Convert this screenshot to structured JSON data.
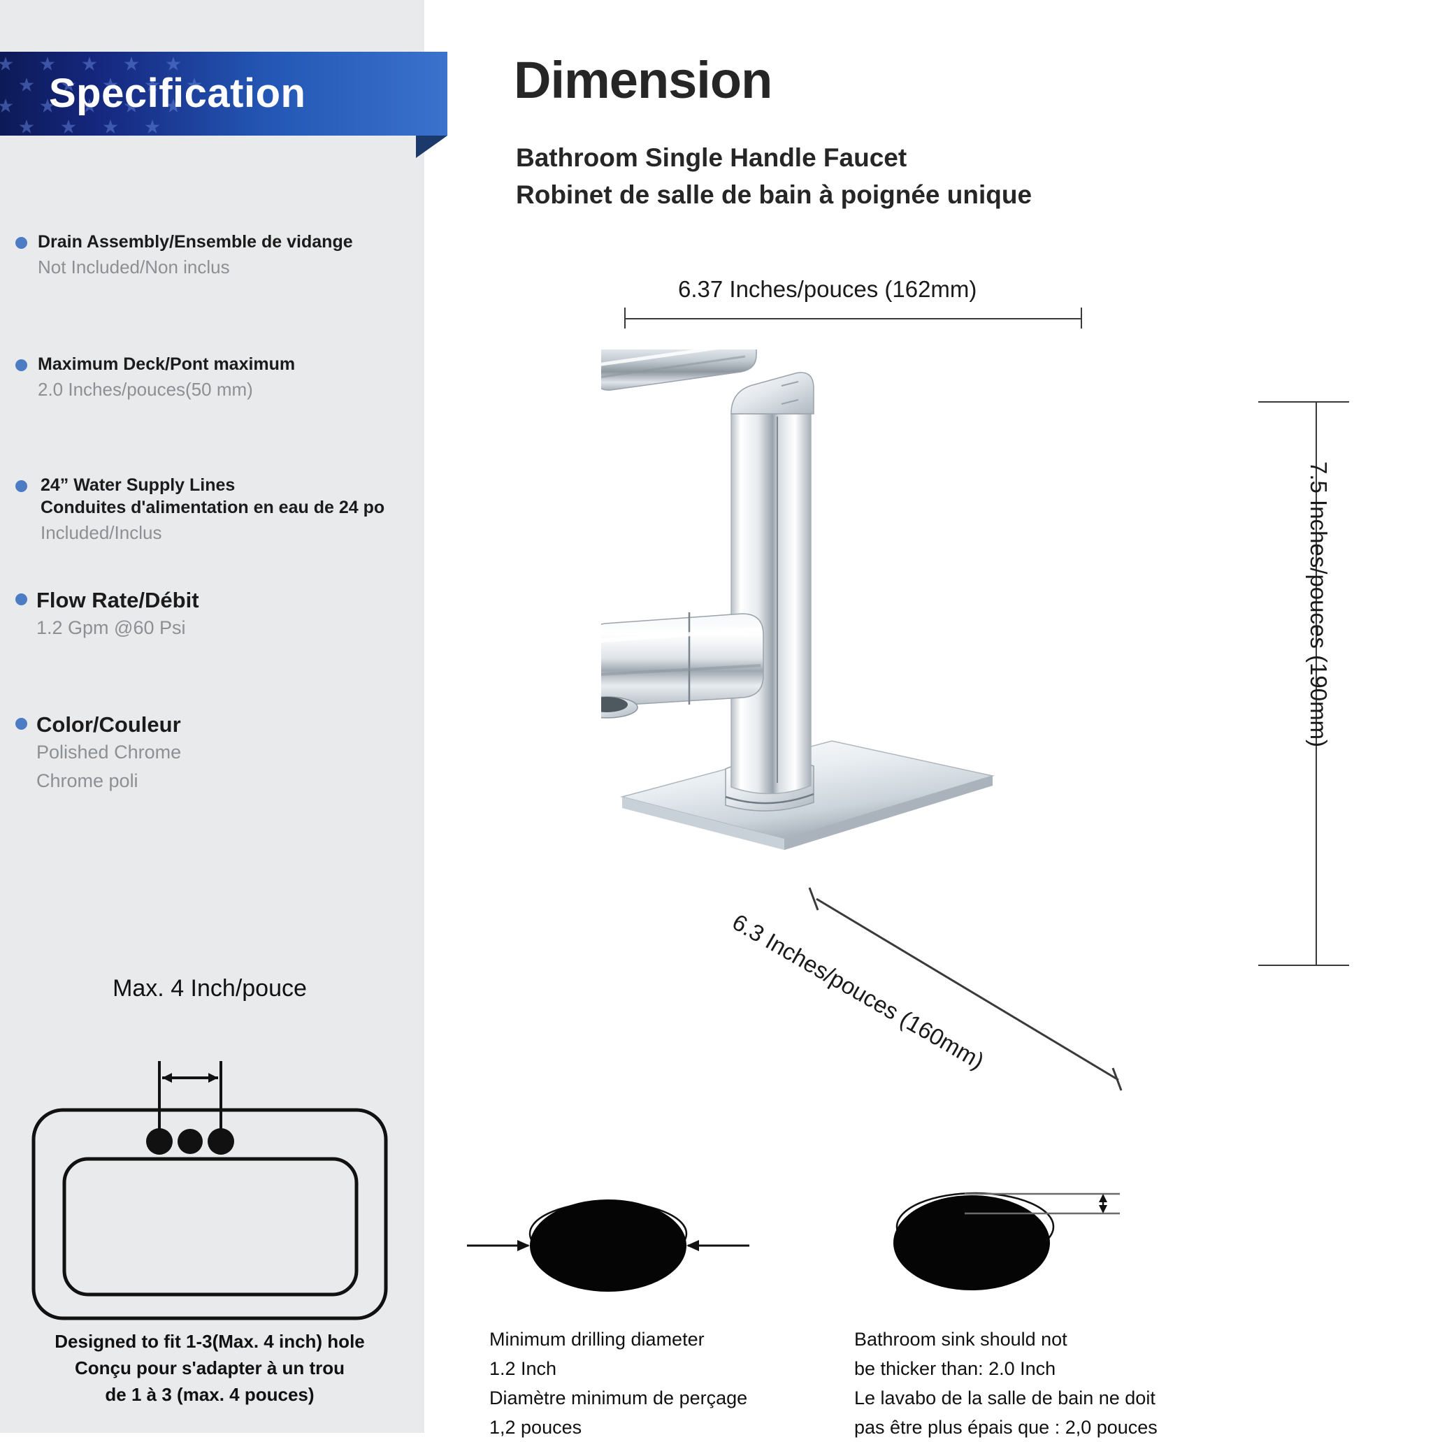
{
  "sidebar": {
    "banner_title": "Specification",
    "items": [
      {
        "heading": "Drain Assembly/Ensemble de vidange",
        "value": "Not Included/Non inclus"
      },
      {
        "heading": "Maximum Deck/Pont maximum",
        "value": "2.0 Inches/pouces(50 mm)"
      },
      {
        "heading": "24” Water Supply Lines",
        "heading2": "Conduites d'alimentation en eau de 24 po",
        "value": "Included/Inclus"
      },
      {
        "heading": "Flow Rate/Débit",
        "value": "1.2 Gpm @60 Psi"
      },
      {
        "heading": "Color/Couleur",
        "value": "Polished Chrome",
        "value2": "Chrome poli"
      }
    ],
    "sink_diagram": {
      "max_label": "Max. 4 Inch/pouce",
      "caption_line1": "Designed to fit 1-3(Max. 4 inch) hole",
      "caption_line2": "Conçu pour s'adapter à un trou",
      "caption_line3": "de 1 à 3 (max. 4 pouces)"
    }
  },
  "main": {
    "title": "Dimension",
    "subtitle_en": "Bathroom Single Handle Faucet",
    "subtitle_fr": "Robinet de salle de bain à poignée unique",
    "dimensions": {
      "width": "6.37 Inches/pouces (162mm)",
      "height": "7.5 Inches/pouces (190mm)",
      "depth": "6.3 Inches/pouces (160mm)"
    },
    "notes": {
      "drill": {
        "line1": "Minimum drilling diameter",
        "line2": "1.2 Inch",
        "line3": "Diamètre minimum de perçage",
        "line4": "1,2 pouces"
      },
      "thickness": {
        "line1": "Bathroom sink should not",
        "line2": "be thicker than: 2.0 Inch",
        "line3": "Le lavabo de la salle de bain ne doit",
        "line4": "pas être plus épais que : 2,0 pouces"
      }
    }
  },
  "colors": {
    "panel_bg": "#e8eaec",
    "banner_dark": "#0d1a57",
    "banner_light": "#3a72cc",
    "bullet": "#4b7cc4",
    "heading": "#1b1b1b",
    "subtext": "#8d9093",
    "line": "#3a3a3a"
  }
}
